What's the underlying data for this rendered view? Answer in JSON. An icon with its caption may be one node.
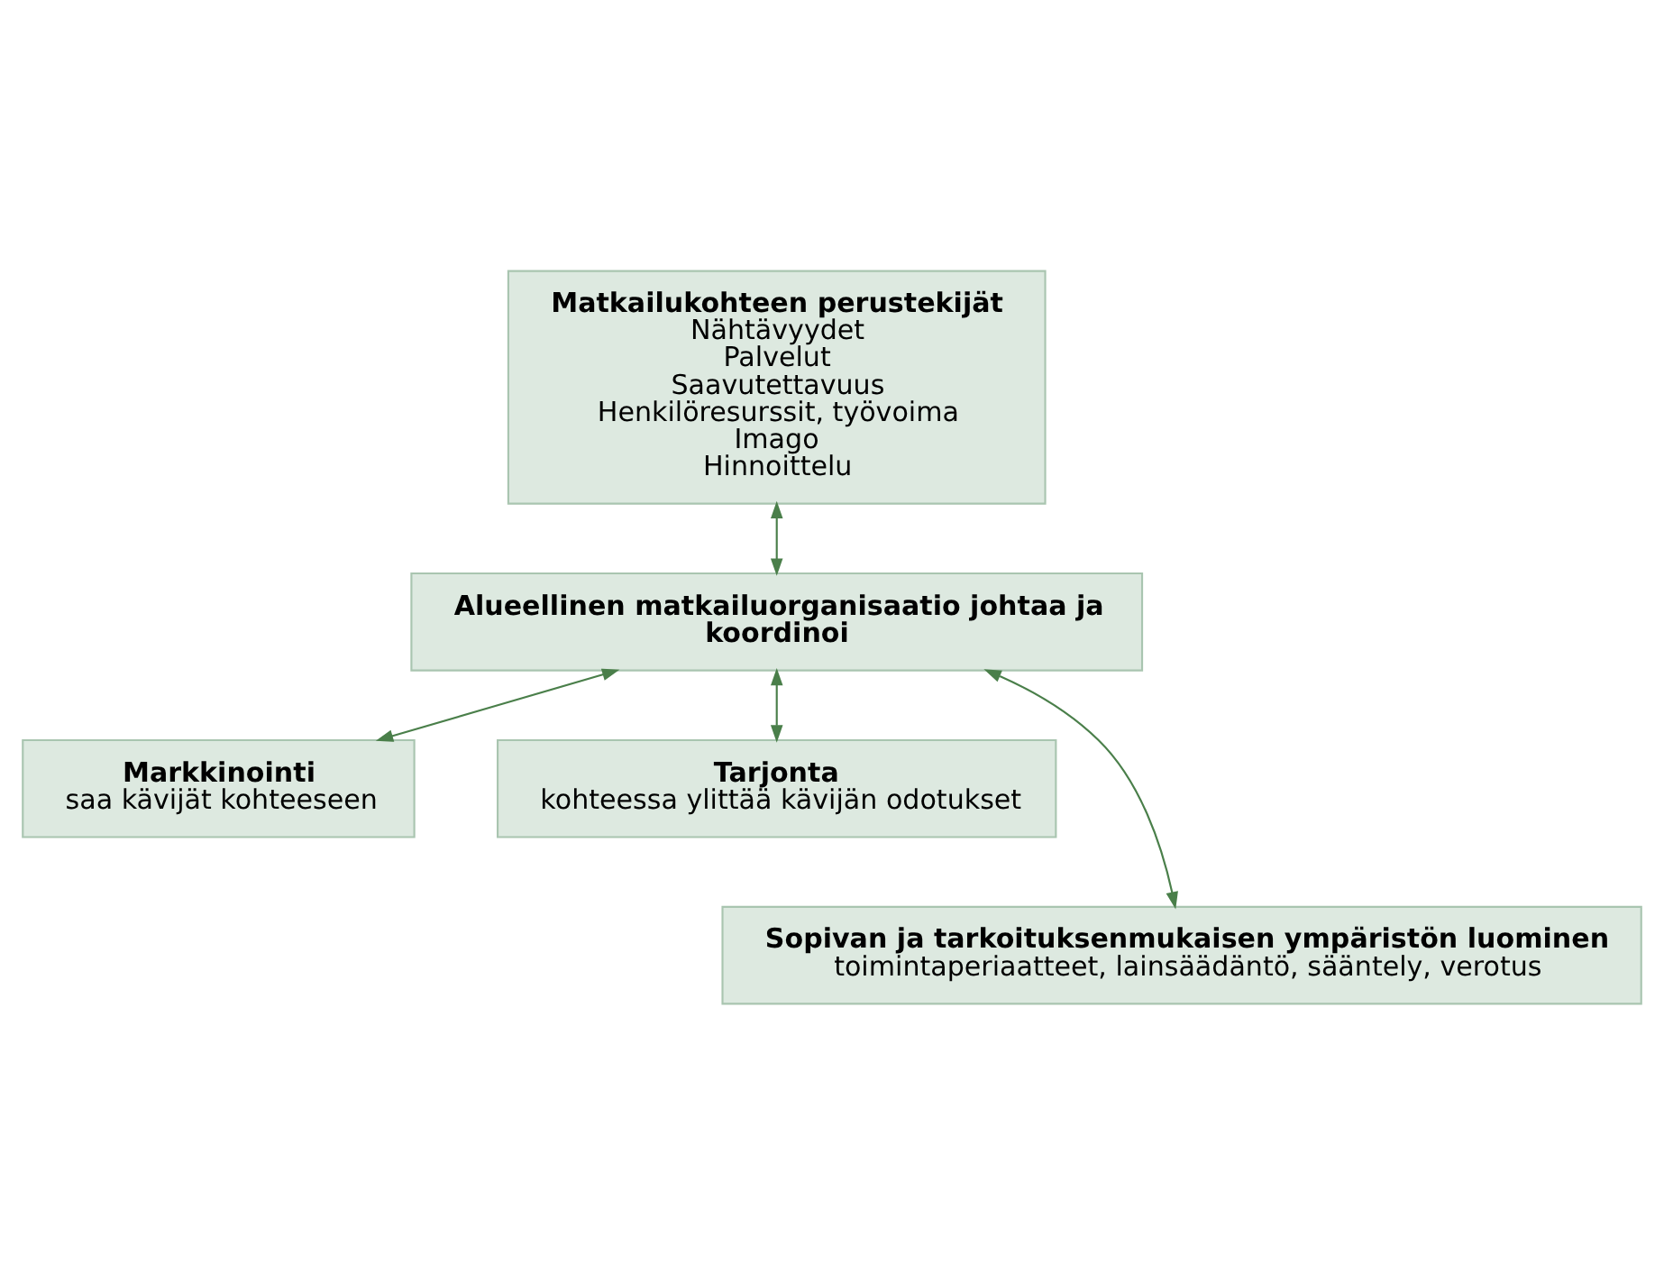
{
  "diagram": {
    "nodes": [
      {
        "text": [
          "Matkailukohteen perustekijät",
          "Nähtävyydet",
          "Palvelut",
          "Saavutettavuus",
          "Henkilöresurssit, työvoima",
          "Imago",
          "Hinnoittelu"
        ]
      },
      {
        "text": [
          "Alueellinen matkailuorganisaatio johtaa ja koordinoi"
        ]
      },
      {
        "text": [
          "Markkinointi",
          "saa kävijät kohteeseen"
        ]
      },
      {
        "text": [
          "Tarjonta",
          "kohteessa ylittää kävijän odotukset"
        ]
      },
      {
        "text": [
          "Sopivan ja tarkoituksenmukaisen ympäristön luominen",
          "toimintaperiaatteet, lainsäädäntö, sääntely, verotus"
        ]
      }
    ],
    "edges": [
      {
        "from": 0,
        "to": 1,
        "arrow": "both"
      },
      {
        "from": 1,
        "to": 2,
        "arrow": "both"
      },
      {
        "from": 1,
        "to": 3,
        "arrow": "both"
      },
      {
        "from": 1,
        "to": 4,
        "arrow": "both"
      }
    ]
  }
}
